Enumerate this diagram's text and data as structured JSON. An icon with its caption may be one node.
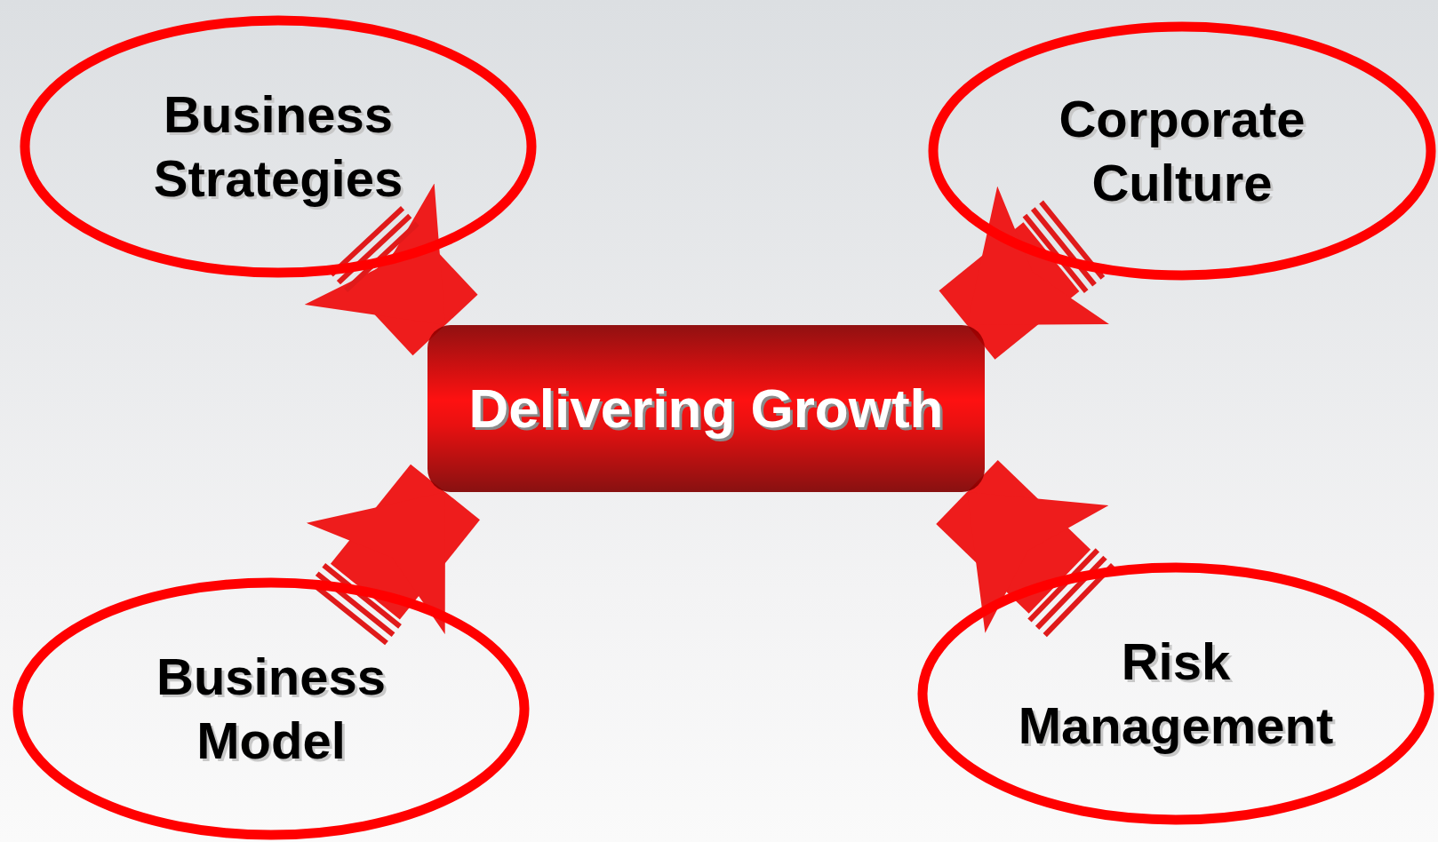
{
  "diagram": {
    "nodes": [
      {
        "text": [
          "Business Strategies"
        ]
      },
      {
        "text": [
          "Corporate Culture"
        ]
      },
      {
        "text": [
          "Delivering Growth"
        ]
      },
      {
        "text": [
          "Business Model"
        ]
      },
      {
        "text": [
          "Risk Management"
        ]
      }
    ],
    "edges": [
      {
        "from": 0,
        "to": 2,
        "arrow": "to"
      },
      {
        "from": 1,
        "to": 2,
        "arrow": "to"
      },
      {
        "from": 3,
        "to": 2,
        "arrow": "to"
      },
      {
        "from": 4,
        "to": 2,
        "arrow": "to"
      }
    ]
  }
}
